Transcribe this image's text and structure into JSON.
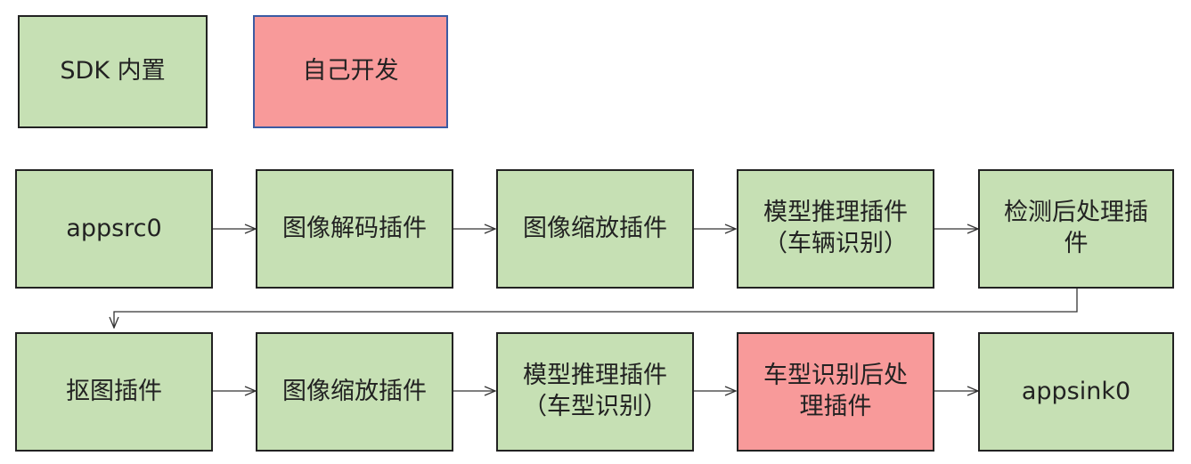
{
  "legend": {
    "sdk_builtin": "SDK 内置",
    "self_developed": "自己开发"
  },
  "colors": {
    "builtin_fill": "#c6e0b4",
    "custom_fill": "#f89a9a",
    "border": "#222222",
    "connector": "#333333"
  },
  "row1": [
    {
      "line1": "appsrc0",
      "line2": ""
    },
    {
      "line1": "图像解码插件",
      "line2": ""
    },
    {
      "line1": "图像缩放插件",
      "line2": ""
    },
    {
      "line1": "模型推理插件",
      "line2": "（车辆识别）"
    },
    {
      "line1": "检测后处理插",
      "line2": "件"
    }
  ],
  "row2": [
    {
      "line1": "抠图插件",
      "line2": ""
    },
    {
      "line1": "图像缩放插件",
      "line2": ""
    },
    {
      "line1": "模型推理插件",
      "line2": "（车型识别）"
    },
    {
      "line1": "车型识别后处",
      "line2": "理插件"
    },
    {
      "line1": "appsink0",
      "line2": ""
    }
  ]
}
